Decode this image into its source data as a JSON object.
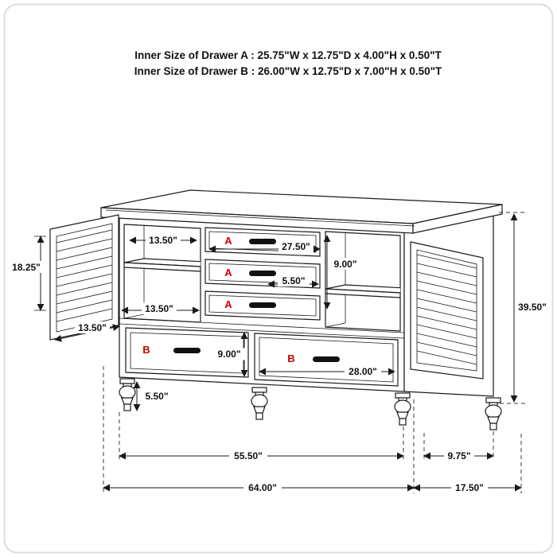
{
  "header": {
    "drawer_a_note": "Inner Size of Drawer A : 25.75\"W x 12.75\"D x 4.00\"H x 0.50\"T",
    "drawer_b_note": "Inner Size of Drawer B : 26.00\"W x 12.75\"D x 7.00\"H x 0.50\"T"
  },
  "diagram": {
    "type": "furniture dimension line drawing",
    "subject": "dresser with two open louvered doors, three A drawers, two B drawers, turned feet",
    "colors": {
      "line": "#1a1a1a",
      "accent_red": "#cc0000",
      "background": "#ffffff"
    },
    "labels": {
      "a": "A",
      "b": "B"
    },
    "dims": {
      "shelf_width_top": "13.50\"",
      "drawer_a_width": "27.50\"",
      "drawer_a_stack_height": "9.00\"",
      "drawer_a_gap": "5.50\"",
      "shelf_width_bottom": "13.50\"",
      "left_opening_height": "18.25\"",
      "door_width": "13.50\"",
      "drawer_b_height": "9.00\"",
      "drawer_b_width": "28.00\"",
      "foot_height": "5.50\"",
      "overall_height": "39.50\"",
      "front_leg_span": "55.50\"",
      "side_leg_span": "9.75\"",
      "overall_width": "64.00\"",
      "overall_depth": "17.50\""
    }
  }
}
